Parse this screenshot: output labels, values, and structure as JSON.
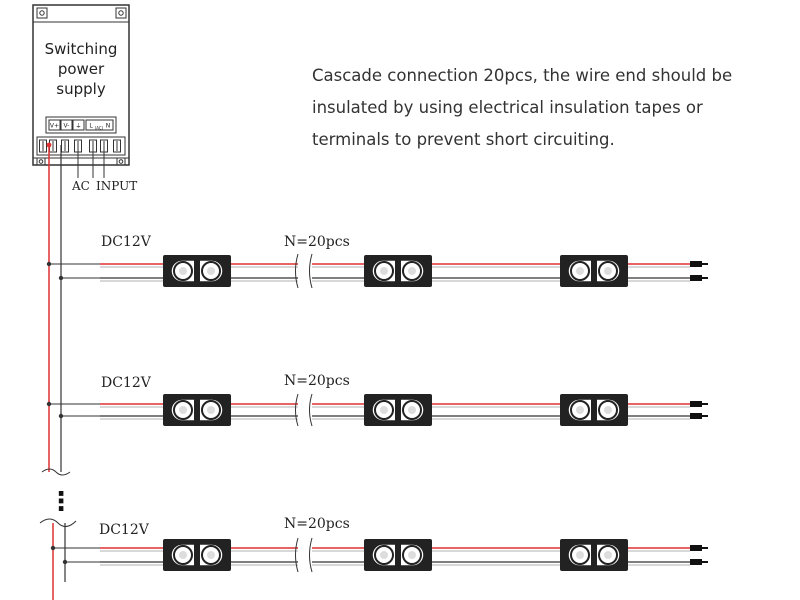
{
  "power_supply": {
    "label_lines": [
      "Switching",
      "power",
      "supply"
    ],
    "terminals": [
      "V+",
      "V-",
      "⏚",
      "L",
      "N"
    ],
    "terminal_sub": "(AC)"
  },
  "ac_input": {
    "ac": "AC",
    "input": "INPUT"
  },
  "note_lines": [
    "Cascade connection 20pcs, the wire end should be",
    "insulated by using electrical insulation tapes or",
    "terminals to prevent short circuiting."
  ],
  "rows": [
    {
      "voltage": "DC12V",
      "count": "N=20pcs"
    },
    {
      "voltage": "DC12V",
      "count": "N=20pcs"
    },
    {
      "voltage": "DC12V",
      "count": "N=20pcs"
    }
  ],
  "ellipsis": "⋮",
  "colors": {
    "positive_wire": "#e03030",
    "negative_wire": "#333333",
    "module": "#222222"
  }
}
